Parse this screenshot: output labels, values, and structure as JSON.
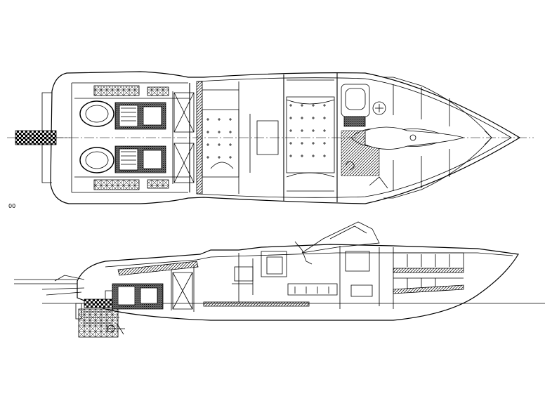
{
  "drawing": {
    "corner_label": "00",
    "stroke_color": "#000000",
    "background": "#ffffff",
    "views": [
      "plan-view",
      "profile-view"
    ]
  }
}
